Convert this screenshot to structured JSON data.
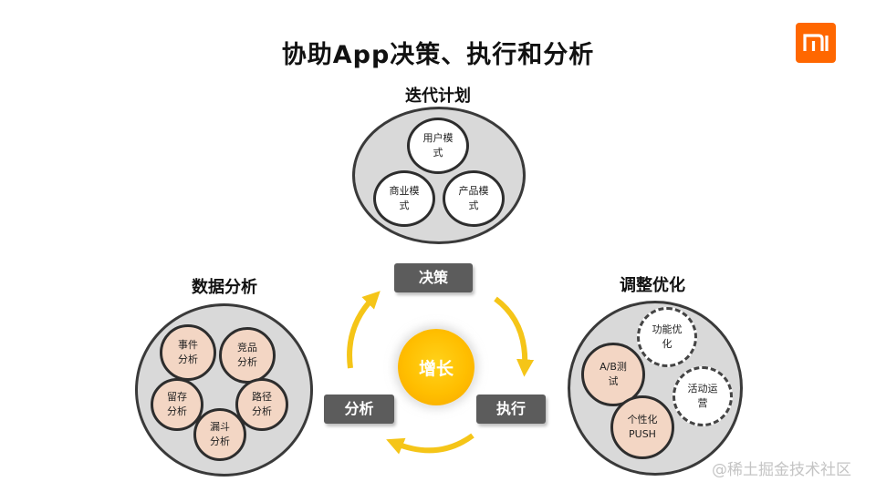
{
  "title": "协助App决策、执行和分析",
  "logo_text": "mi",
  "center_label": "增长",
  "cycle": {
    "decision": "决策",
    "execute": "执行",
    "analyze": "分析"
  },
  "clusters": {
    "iterate": {
      "title": "迭代计划",
      "items": [
        "用户模式",
        "商业模式",
        "产品模式"
      ]
    },
    "data": {
      "title": "数据分析",
      "items": [
        "事件分析",
        "竞品分析",
        "留存分析",
        "路径分析",
        "漏斗分析"
      ]
    },
    "optimize": {
      "title": "调整优化",
      "items": [
        "功能优化",
        "A/B测试",
        "活动运营",
        "个性化PUSH"
      ]
    }
  },
  "watermark": "@稀土掘金技术社区",
  "colors": {
    "accent": "#ffbe00",
    "arrow": "#f5c518",
    "label_box": "#5c5c5c",
    "logo": "#ff6700",
    "pink": "#f3d6c4"
  }
}
